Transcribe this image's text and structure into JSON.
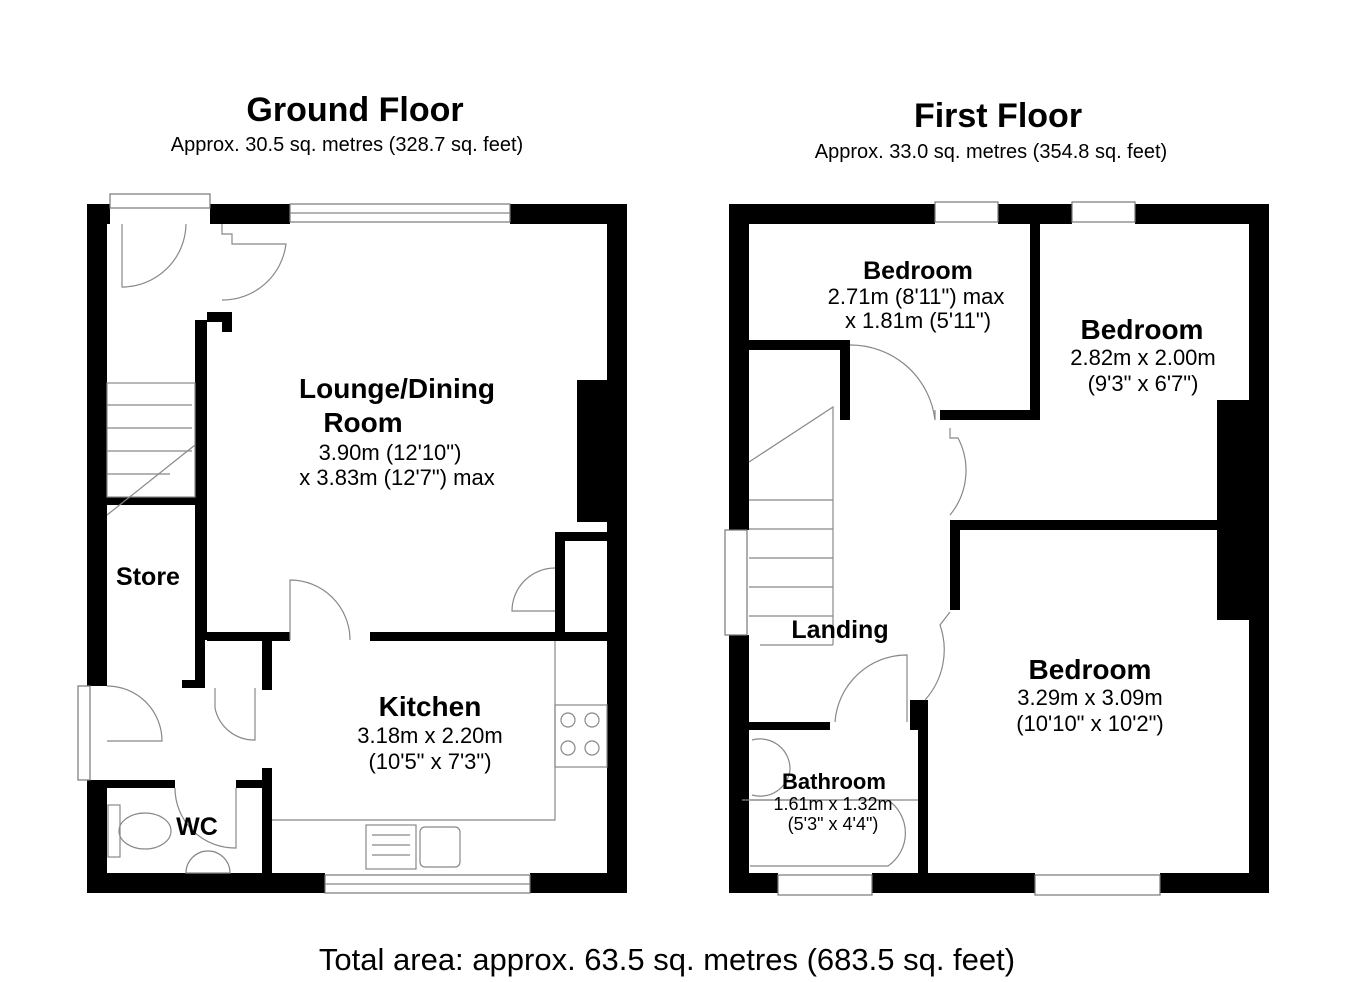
{
  "ground_floor": {
    "title": "Ground Floor",
    "area": "Approx. 30.5 sq. metres (328.7 sq. feet)",
    "rooms": {
      "lounge": {
        "name_line1": "Lounge/Dining",
        "name_line2": "Room",
        "dim1": "3.90m (12'10\")",
        "dim2": "x 3.83m (12'7\") max"
      },
      "kitchen": {
        "name": "Kitchen",
        "dim1": "3.18m x 2.20m",
        "dim2": "(10'5\" x 7'3\")"
      },
      "store": {
        "name": "Store"
      },
      "wc": {
        "name": "WC"
      }
    }
  },
  "first_floor": {
    "title": "First Floor",
    "area": "Approx. 33.0 sq. metres (354.8 sq. feet)",
    "rooms": {
      "bedroom1": {
        "name": "Bedroom",
        "dim1": "2.71m (8'11\") max",
        "dim2": "x 1.81m (5'11\")"
      },
      "bedroom2": {
        "name": "Bedroom",
        "dim1": "2.82m x 2.00m",
        "dim2": "(9'3\" x 6'7\")"
      },
      "bedroom3": {
        "name": "Bedroom",
        "dim1": "3.29m x 3.09m",
        "dim2": "(10'10\" x 10'2\")"
      },
      "landing": {
        "name": "Landing"
      },
      "bathroom": {
        "name": "Bathroom",
        "dim1": "1.61m x 1.32m",
        "dim2": "(5'3\" x 4'4\")"
      }
    }
  },
  "total_area": "Total area: approx. 63.5 sq. metres (683.5 sq. feet)"
}
